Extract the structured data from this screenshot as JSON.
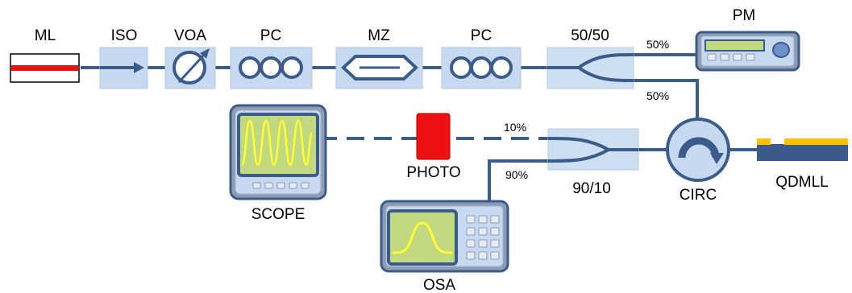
{
  "labels": {
    "ml": "ML",
    "iso": "ISO",
    "voa": "VOA",
    "pc1": "PC",
    "mz": "MZ",
    "pc2": "PC",
    "splitter_5050": "50/50",
    "pm": "PM",
    "scope": "SCOPE",
    "photo": "PHOTO",
    "splitter_9010": "90/10",
    "circ": "CIRC",
    "qdmll": "QDMLL",
    "osa": "OSA"
  },
  "ports": {
    "pm_out": "50%",
    "circ_out": "50%",
    "photo_out": "10%",
    "osa_out": "90%"
  },
  "colors": {
    "fiber": "#3b5c8a",
    "box_fill": "#c6d9f1",
    "box_stroke": "#b3c8e2",
    "laser_red": "#ee1111",
    "screen_green": "#c0d980",
    "trace_yellow": "#ffff33",
    "instrument_body": "#8e9bb0",
    "gold": "#ffc000"
  },
  "icons": {
    "iso": "arrow-right-icon",
    "voa": "variable-attenuator-icon",
    "pc": "fiber-loops-icon",
    "mz": "mach-zehnder-icon",
    "circ": "circulator-icon"
  }
}
